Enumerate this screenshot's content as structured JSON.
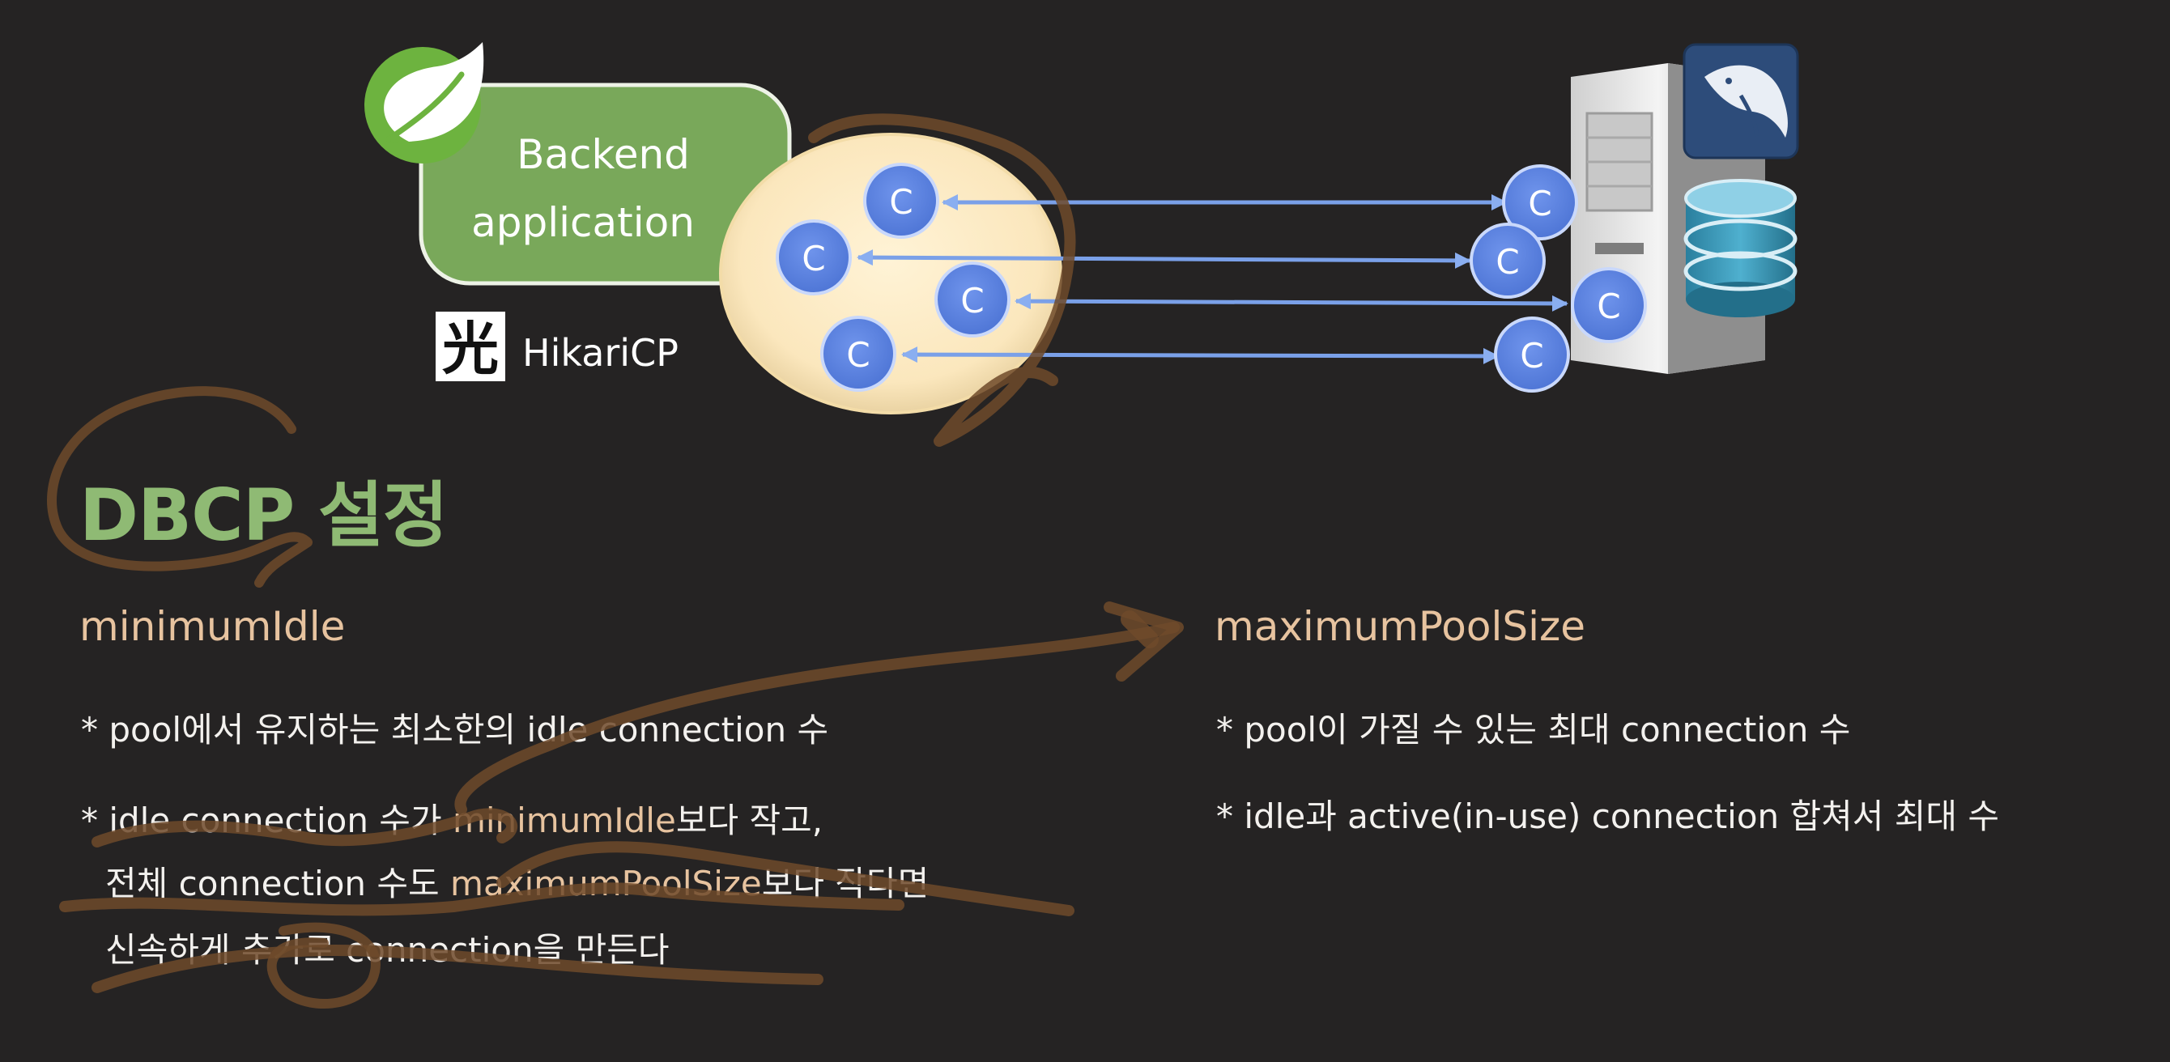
{
  "diagram": {
    "app_label_line1": "Backend",
    "app_label_line2": "application",
    "pool_name": "HikariCP",
    "pool_logo_glyph": "光",
    "connection_glyph": "C",
    "colors": {
      "background": "#252323",
      "app_box": "#79a85a",
      "pool_ellipse": "#fbebc6",
      "connection": "#5b82e0",
      "arrow": "#7aa0e8",
      "spring_leaf": "#6db33f",
      "mysql_tile": "#2d4c7a",
      "db_cylinder": "#3b97b6",
      "annotation": "#6e4a2a"
    },
    "icons": [
      "spring-logo-icon",
      "hikaricp-logo-icon",
      "server-icon",
      "mysql-dolphin-icon",
      "database-icon"
    ]
  },
  "slide": {
    "title": "DBCP 설정",
    "left": {
      "heading": "minimumIdle",
      "bullet1": "* pool에서 유지하는 최소한의 idle connection 수",
      "bullet2_a": "* idle connection 수가 ",
      "bullet2_b": "minimumIdle",
      "bullet2_c": "보다 작고,",
      "bullet2_d": "전체 connection 수도 ",
      "bullet2_e": "maximumPoolSize",
      "bullet2_f": "보다 작다면",
      "bullet2_g": "신속하게 추가로 connection을 만든다"
    },
    "right": {
      "heading": "maximumPoolSize",
      "bullet1": "* pool이 가질 수 있는 최대 connection 수",
      "bullet2": "* idle과 active(in-use) connection 합쳐서 최대 수"
    }
  }
}
